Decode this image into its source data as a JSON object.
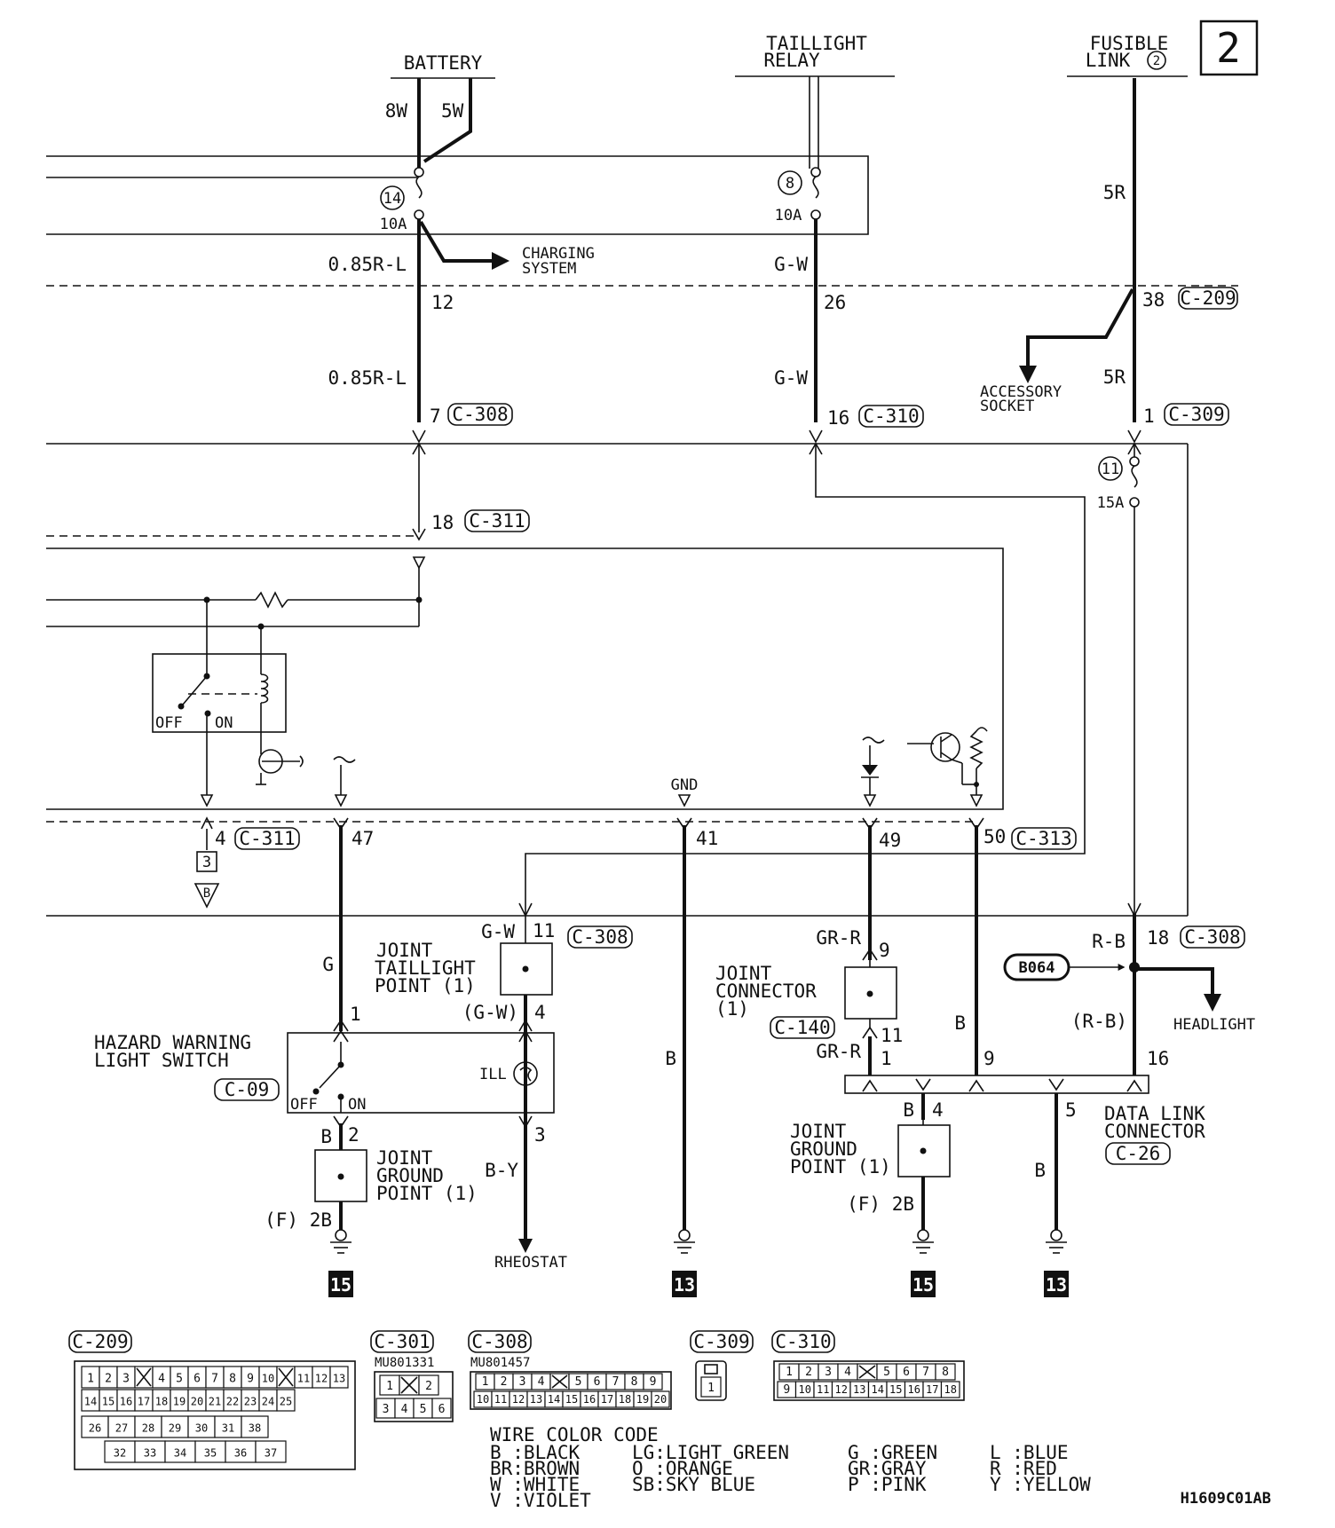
{
  "page_number": "2",
  "sources": {
    "battery": "BATTERY",
    "taillight_relay": [
      "TAILLIGHT",
      "RELAY"
    ],
    "fusible_link": [
      "FUSIBLE",
      "LINK",
      "2"
    ]
  },
  "fuses": {
    "f14": {
      "num": "14",
      "rating": "10A"
    },
    "f8": {
      "num": "8",
      "rating": "10A"
    },
    "f11": {
      "num": "11",
      "rating": "15A"
    }
  },
  "wires": {
    "w8W": "8W",
    "w5W": "5W",
    "w5R_top": "5R",
    "w5R_mid": "5R",
    "w085_top": "0.85R-L",
    "w085_mid": "0.85R-L",
    "wGW_top": "G-W",
    "wGW_mid": "G-W",
    "wG": "G",
    "wGW_joint": "G-W",
    "wGW_paren": "(G-W)",
    "wB_haz": "B",
    "wBY": "B-Y",
    "wB_41": "B",
    "wGR_top": "GR-R",
    "wGR_bot": "GR-R",
    "wB_50": "B",
    "wRB": "R-B",
    "wRB_paren": "(R-B)",
    "wB_jg": "B",
    "wB_5": "B"
  },
  "terminals": {
    "t12": "12",
    "t26": "26",
    "t38": "38",
    "t7": "7",
    "t16": "16",
    "t1": "1",
    "t18": "18",
    "t4": "4",
    "t47": "47",
    "t41": "41",
    "t49": "49",
    "t50": "50",
    "t11": "11",
    "t18b": "18",
    "t1h": "1",
    "t4j": "4",
    "t2": "2",
    "t3": "3",
    "t9": "9",
    "t11b": "11",
    "t1b": "1",
    "t9b": "9",
    "t16b": "16",
    "t4b": "4",
    "t5": "5"
  },
  "connectors": {
    "c209": "C-209",
    "c308a": "C-308",
    "c310a": "C-310",
    "c309a": "C-309",
    "c311a": "C-311",
    "c311b": "C-311",
    "c313": "C-313",
    "c308b": "C-308",
    "c308c": "C-308",
    "c140": "C-140",
    "c09": "C-09",
    "c26": "C-26"
  },
  "labels": {
    "charging": [
      "CHARGING",
      "SYSTEM"
    ],
    "accessory": [
      "ACCESSORY",
      "SOCKET"
    ],
    "gnd": "GND",
    "off1": "OFF",
    "on1": "ON",
    "off2": "OFF",
    "on2": "ON",
    "ill": "ILL",
    "joint_taillight": [
      "JOINT",
      "TAILLIGHT",
      "POINT (1)"
    ],
    "hazard": [
      "HAZARD WARNING",
      "LIGHT SWITCH"
    ],
    "joint_ground1": [
      "JOINT",
      "GROUND",
      "POINT (1)"
    ],
    "joint_ground2": [
      "JOINT",
      "GROUND",
      "POINT (1)"
    ],
    "joint_conn": [
      "JOINT",
      "CONNECTOR",
      "(1)"
    ],
    "data_link": [
      "DATA LINK",
      "CONNECTOR"
    ],
    "f2b_1": "(F) 2B",
    "f2b_2": "(F) 2B",
    "rheostat": "RHEOSTAT",
    "headlight": "HEADLIGHT",
    "b064": "B064",
    "ref3": "3",
    "refB": "B",
    "g15a": "15",
    "g13a": "13",
    "g15b": "15",
    "g13b": "13",
    "diagram_code": "H1609C01AB"
  },
  "connector_views": {
    "c209": {
      "label": "C-209",
      "row1": [
        "1",
        "2",
        "3",
        "",
        "4",
        "5",
        "6",
        "7",
        "8",
        "9",
        "10",
        "",
        "11",
        "12",
        "13"
      ],
      "row2": [
        "14",
        "15",
        "16",
        "17",
        "18",
        "19",
        "20",
        "21",
        "22",
        "23",
        "24",
        "25"
      ],
      "row3": [
        "26",
        "27",
        "28",
        "29",
        "30",
        "31",
        "38"
      ],
      "row4": [
        "32",
        "33",
        "34",
        "35",
        "36",
        "37"
      ]
    },
    "c301": {
      "label": "C-301",
      "part": "MU801331",
      "row1": [
        "1",
        "",
        "2"
      ],
      "row2": [
        "3",
        "4",
        "5",
        "6"
      ]
    },
    "c308": {
      "label": "C-308",
      "part": "MU801457",
      "row1": [
        "1",
        "2",
        "3",
        "4",
        "",
        "5",
        "6",
        "7",
        "8",
        "9"
      ],
      "row2": [
        "10",
        "11",
        "12",
        "13",
        "14",
        "15",
        "16",
        "17",
        "18",
        "19",
        "20"
      ]
    },
    "c309": {
      "label": "C-309",
      "row1": [
        "1"
      ]
    },
    "c310": {
      "label": "C-310",
      "row1": [
        "1",
        "2",
        "3",
        "4",
        "",
        "5",
        "6",
        "7",
        "8"
      ],
      "row2": [
        "9",
        "10",
        "11",
        "12",
        "13",
        "14",
        "15",
        "16",
        "17",
        "18"
      ]
    }
  },
  "wire_color_code": {
    "title": "WIRE COLOR CODE",
    "rows": [
      [
        "B :BLACK",
        "LG:LIGHT GREEN",
        "G :GREEN",
        "L :BLUE"
      ],
      [
        "BR:BROWN",
        "O :ORANGE",
        "GR:GRAY",
        "R :RED"
      ],
      [
        "W :WHITE",
        "SB:SKY BLUE",
        "P :PINK",
        "Y :YELLOW"
      ],
      [
        "V :VIOLET",
        "",
        "",
        ""
      ]
    ]
  }
}
